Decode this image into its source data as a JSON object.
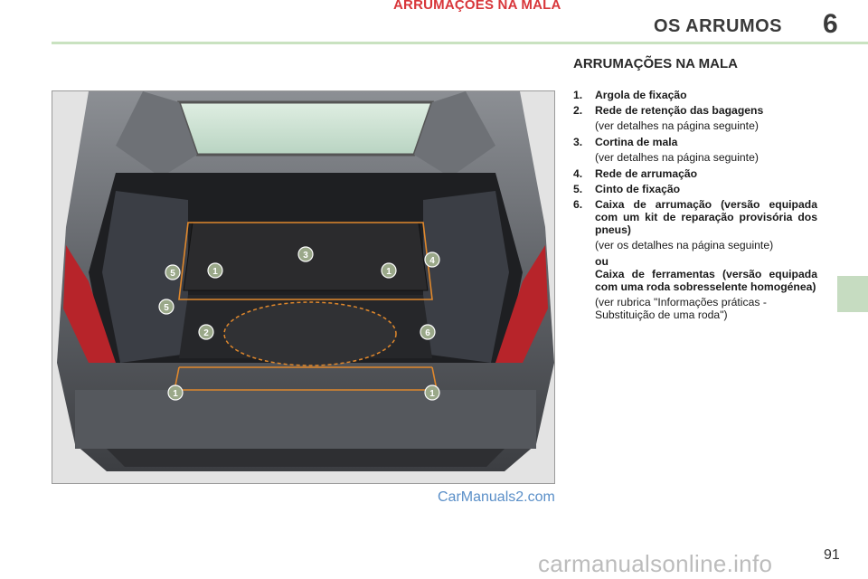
{
  "header": {
    "top_heading": "ARRUMAÇÕES NA MALA",
    "chapter_title": "OS ARRUMOS",
    "chapter_number": "6"
  },
  "colors": {
    "accent_red": "#d8363a",
    "rule_green": "#c9e2c0",
    "tab_green": "#c6dcc1",
    "marker_green": "#9aa889",
    "callout_orange": "#e0882c"
  },
  "figure": {
    "markers": [
      "1",
      "1",
      "1",
      "1",
      "2",
      "3",
      "4",
      "5",
      "5",
      "6"
    ]
  },
  "section": {
    "title": "ARRUMAÇÕES NA MALA",
    "items": [
      {
        "num": "1.",
        "label": "Argola de fixação"
      },
      {
        "num": "2.",
        "label": "Rede de retenção das bagagens",
        "note": "(ver detalhes na página seguinte)"
      },
      {
        "num": "3.",
        "label": "Cortina de mala",
        "note": "(ver detalhes na página seguinte)"
      },
      {
        "num": "4.",
        "label": "Rede de arrumação"
      },
      {
        "num": "5.",
        "label": "Cinto de fixação"
      },
      {
        "num": "6.",
        "label": "Caixa de arrumação (versão equi­pada com um kit de reparação provisória dos pneus)",
        "note": "(ver os detalhes na página seguinte)",
        "or": "ou",
        "label_alt": "Caixa de ferramentas (versão equipada com uma roda sobres­selente homogénea)",
        "note_alt": "(ver rubrica \"Informações práticas - Substituição de uma roda\")"
      }
    ]
  },
  "footer": {
    "watermark": "CarManuals2.com",
    "page_number": "91",
    "site_watermark": "carmanualsonline.info"
  }
}
